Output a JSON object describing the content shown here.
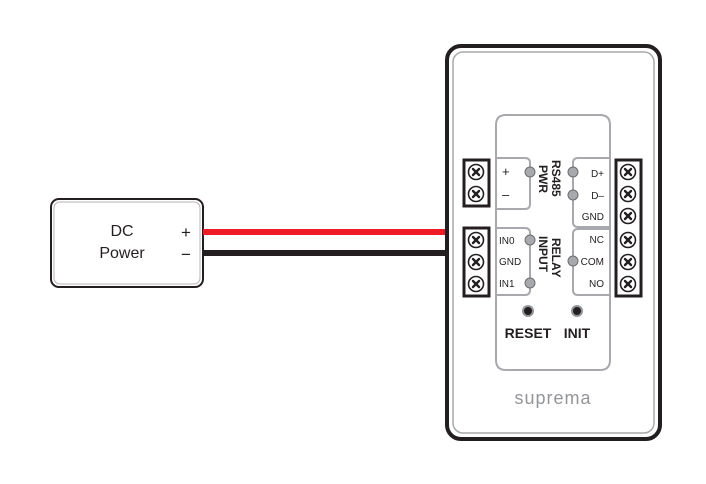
{
  "power_supply": {
    "title_line1": "DC",
    "title_line2": "Power",
    "plus": "+",
    "minus": "−"
  },
  "wires": {
    "positive_color": "#ee1c25",
    "negative_color": "#231f20"
  },
  "device": {
    "brand": "suprema",
    "pwr": {
      "label": "PWR",
      "pins": [
        "+",
        "–"
      ]
    },
    "rs485": {
      "label": "RS485",
      "pins": [
        "D+",
        "D–",
        "GND"
      ]
    },
    "input": {
      "label": "INPUT",
      "pins": [
        "IN0",
        "GND",
        "IN1"
      ]
    },
    "relay": {
      "label": "RELAY",
      "pins": [
        "NC",
        "COM",
        "NO"
      ]
    },
    "buttons": {
      "reset": "RESET",
      "init": "INIT"
    },
    "screw_icon": "screw-terminal-icon"
  }
}
